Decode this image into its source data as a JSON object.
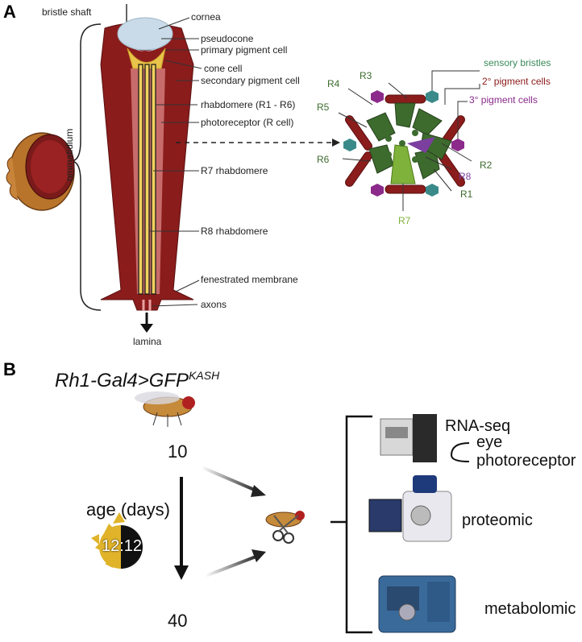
{
  "panel_a": {
    "letter": "A",
    "ommatidium_labels": {
      "bristle_shaft": "bristle shaft",
      "cornea": "cornea",
      "pseudocone": "pseudocone",
      "primary_pigment_cell": "primary pigment cell",
      "cone_cell": "cone cell",
      "secondary_pigment_cell": "secondary pigment cell",
      "rhabdomere_r1_r6": "rhabdomere (R1 - R6)",
      "photoreceptor": "photoreceptor (R cell)",
      "r7_rhabdomere": "R7 rhabdomere",
      "r8_rhabdomere": "R8 rhabdomere",
      "fenestrated_membrane": "fenestrated membrane",
      "axons": "axons",
      "lamina": "lamina",
      "ommatidium": "ommatidium"
    },
    "cross_section": {
      "legend_sensory_bristles": "sensory bristles",
      "legend_secondary_pigment": "2° pigment cells",
      "legend_tertiary_pigment": "3° pigment cells",
      "r1": "R1",
      "r2": "R2",
      "r3": "R3",
      "r4": "R4",
      "r5": "R5",
      "r6": "R6",
      "r7": "R7",
      "r8": "R8"
    },
    "colors": {
      "sensory_bristles": "#3a8a5a",
      "secondary_pigment": "#8b1a1a",
      "tertiary_pigment": "#8b2a8b",
      "photoreceptor_dark": "#3d6b2e",
      "r7": "#7fb23a",
      "r8": "#7b3fa0"
    }
  },
  "panel_b": {
    "letter": "B",
    "genotype_main": "Rh1-Gal4>GFP",
    "genotype_super": "KASH",
    "age_start": "10",
    "age_end": "40",
    "age_label": "age (days)",
    "light_cycle": "12:12",
    "assays": {
      "rna_seq": "RNA-seq",
      "eye": "eye",
      "photoreceptor": "photoreceptor",
      "proteomic": "proteomic",
      "metabolomic": "metabolomic"
    }
  }
}
